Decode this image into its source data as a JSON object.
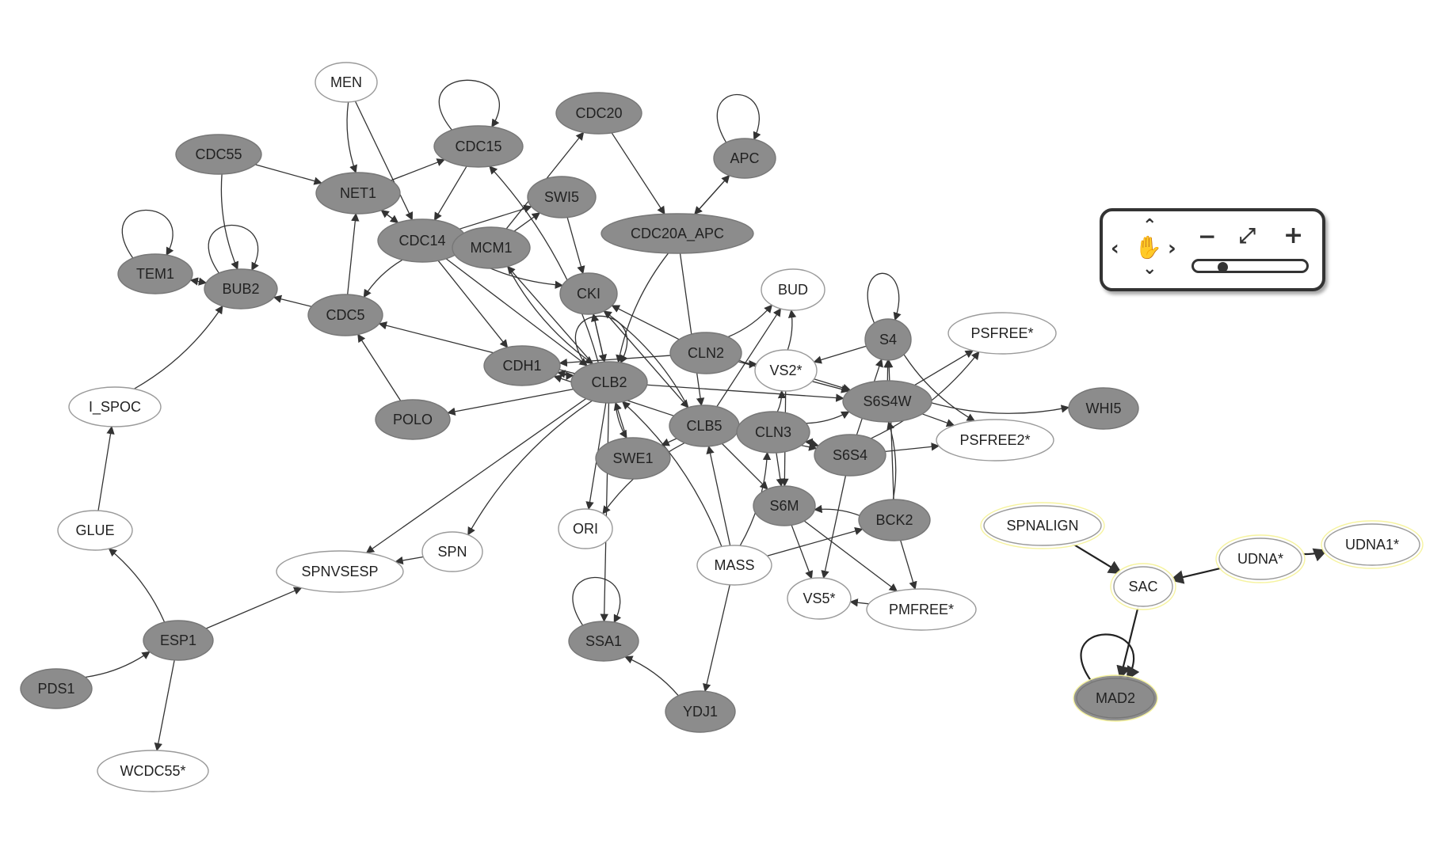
{
  "graph": {
    "nodes": [
      {
        "id": "MEN",
        "label": "MEN",
        "active": false
      },
      {
        "id": "CDC55",
        "label": "CDC55",
        "active": true
      },
      {
        "id": "NET1",
        "label": "NET1",
        "active": true
      },
      {
        "id": "CDC15",
        "label": "CDC15",
        "active": true
      },
      {
        "id": "CDC20",
        "label": "CDC20",
        "active": true
      },
      {
        "id": "APC",
        "label": "APC",
        "active": true
      },
      {
        "id": "SWI5",
        "label": "SWI5",
        "active": true
      },
      {
        "id": "CDC20A_APC",
        "label": "CDC20A_APC",
        "active": true
      },
      {
        "id": "CDC14",
        "label": "CDC14",
        "active": true
      },
      {
        "id": "MCM1",
        "label": "MCM1",
        "active": true
      },
      {
        "id": "TEM1",
        "label": "TEM1",
        "active": true
      },
      {
        "id": "BUB2",
        "label": "BUB2",
        "active": true
      },
      {
        "id": "CDC5",
        "label": "CDC5",
        "active": true
      },
      {
        "id": "CKI",
        "label": "CKI",
        "active": true
      },
      {
        "id": "BUD",
        "label": "BUD",
        "active": false
      },
      {
        "id": "S4",
        "label": "S4",
        "active": true
      },
      {
        "id": "PSFREE",
        "label": "PSFREE*",
        "active": false
      },
      {
        "id": "CLN2",
        "label": "CLN2",
        "active": true
      },
      {
        "id": "VS2",
        "label": "VS2*",
        "active": false
      },
      {
        "id": "CDH1",
        "label": "CDH1",
        "active": true
      },
      {
        "id": "CLB2",
        "label": "CLB2",
        "active": true
      },
      {
        "id": "S6S4W",
        "label": "S6S4W",
        "active": true
      },
      {
        "id": "WHI5",
        "label": "WHI5",
        "active": true
      },
      {
        "id": "I_SPOC",
        "label": "I_SPOC",
        "active": false
      },
      {
        "id": "POLO",
        "label": "POLO",
        "active": true
      },
      {
        "id": "CLB5",
        "label": "CLB5",
        "active": true
      },
      {
        "id": "CLN3",
        "label": "CLN3",
        "active": true
      },
      {
        "id": "PSFREE2",
        "label": "PSFREE2*",
        "active": false
      },
      {
        "id": "S6S4",
        "label": "S6S4",
        "active": true
      },
      {
        "id": "SWE1",
        "label": "SWE1",
        "active": true
      },
      {
        "id": "S6M",
        "label": "S6M",
        "active": true
      },
      {
        "id": "BCK2",
        "label": "BCK2",
        "active": true
      },
      {
        "id": "GLUE",
        "label": "GLUE",
        "active": false
      },
      {
        "id": "ORI",
        "label": "ORI",
        "active": false
      },
      {
        "id": "SPN",
        "label": "SPN",
        "active": false
      },
      {
        "id": "SPNVSESP",
        "label": "SPNVSESP",
        "active": false
      },
      {
        "id": "MASS",
        "label": "MASS",
        "active": false
      },
      {
        "id": "VS5",
        "label": "VS5*",
        "active": false
      },
      {
        "id": "PMFREE",
        "label": "PMFREE*",
        "active": false
      },
      {
        "id": "ESP1",
        "label": "ESP1",
        "active": true
      },
      {
        "id": "SSA1",
        "label": "SSA1",
        "active": true
      },
      {
        "id": "PDS1",
        "label": "PDS1",
        "active": true
      },
      {
        "id": "YDJ1",
        "label": "YDJ1",
        "active": true
      },
      {
        "id": "WCDC55",
        "label": "WCDC55*",
        "active": false
      },
      {
        "id": "SPNALIGN",
        "label": "SPNALIGN",
        "active": false,
        "highlight": true
      },
      {
        "id": "SAC",
        "label": "SAC",
        "active": false,
        "highlight": true
      },
      {
        "id": "UDNA",
        "label": "UDNA*",
        "active": false,
        "highlight": true
      },
      {
        "id": "UDNA1",
        "label": "UDNA1*",
        "active": false,
        "highlight": true
      },
      {
        "id": "MAD2",
        "label": "MAD2",
        "active": true,
        "highlight": true
      }
    ],
    "edges": [
      [
        "MEN",
        "NET1"
      ],
      [
        "MEN",
        "CDC14"
      ],
      [
        "CDC55",
        "NET1"
      ],
      [
        "CDC55",
        "BUB2"
      ],
      [
        "NET1",
        "CDC15"
      ],
      [
        "NET1",
        "CDC14"
      ],
      [
        "CDC15",
        "CDC15"
      ],
      [
        "CDC15",
        "CDC14"
      ],
      [
        "CDC14",
        "NET1"
      ],
      [
        "CDC14",
        "CDC5"
      ],
      [
        "CDC14",
        "CDH1"
      ],
      [
        "CDC14",
        "CLB2"
      ],
      [
        "CDC14",
        "CKI"
      ],
      [
        "CDC14",
        "SWI5"
      ],
      [
        "MCM1",
        "CDC20"
      ],
      [
        "MCM1",
        "CLB2"
      ],
      [
        "MCM1",
        "SWI5"
      ],
      [
        "CDC20",
        "CDC20A_APC"
      ],
      [
        "APC",
        "APC"
      ],
      [
        "APC",
        "CDC20A_APC"
      ],
      [
        "CDC20A_APC",
        "APC"
      ],
      [
        "CDC20A_APC",
        "CLB2"
      ],
      [
        "CDC20A_APC",
        "CLB5"
      ],
      [
        "SWI5",
        "CKI"
      ],
      [
        "TEM1",
        "TEM1"
      ],
      [
        "TEM1",
        "BUB2"
      ],
      [
        "BUB2",
        "TEM1"
      ],
      [
        "BUB2",
        "BUB2"
      ],
      [
        "CDC5",
        "BUB2"
      ],
      [
        "CDC5",
        "NET1"
      ],
      [
        "I_SPOC",
        "BUB2"
      ],
      [
        "POLO",
        "CDC5"
      ],
      [
        "CLB2",
        "CDC5"
      ],
      [
        "CLB2",
        "CDC15"
      ],
      [
        "CLB2",
        "MCM1"
      ],
      [
        "CLB2",
        "POLO"
      ],
      [
        "CLB2",
        "SWE1"
      ],
      [
        "CLB2",
        "SSA1"
      ],
      [
        "CLB2",
        "ORI"
      ],
      [
        "CLB2",
        "SPN"
      ],
      [
        "CLB2",
        "SPNVSESP"
      ],
      [
        "CLB2",
        "CDH1"
      ],
      [
        "CLB2",
        "CLB2"
      ],
      [
        "CLB2",
        "S6S4W"
      ],
      [
        "CLB2",
        "CKI"
      ],
      [
        "CDH1",
        "CLB2"
      ],
      [
        "CKI",
        "CLB2"
      ],
      [
        "CKI",
        "CLB5"
      ],
      [
        "CLN2",
        "BUD"
      ],
      [
        "CLN2",
        "CKI"
      ],
      [
        "CLN2",
        "CDH1"
      ],
      [
        "CLN2",
        "VS2"
      ],
      [
        "CLN2",
        "S6S4W"
      ],
      [
        "CLB5",
        "CDH1"
      ],
      [
        "CLB5",
        "CKI"
      ],
      [
        "CLB5",
        "BUD"
      ],
      [
        "CLB5",
        "S6M"
      ],
      [
        "CLB5",
        "ORI"
      ],
      [
        "CLB5",
        "SWE1"
      ],
      [
        "CLB5",
        "S6S4"
      ],
      [
        "CLN3",
        "S6S4W"
      ],
      [
        "CLN3",
        "S6S4"
      ],
      [
        "CLN3",
        "S6M"
      ],
      [
        "CLN3",
        "VS2"
      ],
      [
        "S4",
        "S4"
      ],
      [
        "S4",
        "VS2"
      ],
      [
        "S4",
        "PSFREE2"
      ],
      [
        "S6S4W",
        "S4"
      ],
      [
        "S6S4W",
        "PSFREE"
      ],
      [
        "S6S4W",
        "WHI5"
      ],
      [
        "S6S4W",
        "PSFREE2"
      ],
      [
        "VS2",
        "S6S4W"
      ],
      [
        "VS2",
        "BUD"
      ],
      [
        "VS2",
        "S6M"
      ],
      [
        "S6S4",
        "S4"
      ],
      [
        "S6S4",
        "PSFREE"
      ],
      [
        "S6S4",
        "VS5"
      ],
      [
        "S6S4",
        "PSFREE2"
      ],
      [
        "S6S4",
        "CLN3"
      ],
      [
        "S6M",
        "VS5"
      ],
      [
        "S6M",
        "PMFREE"
      ],
      [
        "BCK2",
        "S6M"
      ],
      [
        "BCK2",
        "S4"
      ],
      [
        "BCK2",
        "PMFREE"
      ],
      [
        "BCK2",
        "S6S4W"
      ],
      [
        "SWE1",
        "CLB2"
      ],
      [
        "MASS",
        "CLB5"
      ],
      [
        "MASS",
        "CLN3"
      ],
      [
        "MASS",
        "BCK2"
      ],
      [
        "MASS",
        "YDJ1"
      ],
      [
        "MASS",
        "CLB2"
      ],
      [
        "PMFREE",
        "VS5"
      ],
      [
        "SPN",
        "SPNVSESP"
      ],
      [
        "ESP1",
        "GLUE"
      ],
      [
        "ESP1",
        "SPNVSESP"
      ],
      [
        "ESP1",
        "WCDC55"
      ],
      [
        "PDS1",
        "ESP1"
      ],
      [
        "GLUE",
        "I_SPOC"
      ],
      [
        "SSA1",
        "SSA1"
      ],
      [
        "YDJ1",
        "SSA1"
      ],
      [
        "SPNALIGN",
        "SAC"
      ],
      [
        "UDNA",
        "SAC"
      ],
      [
        "UDNA",
        "UDNA1"
      ],
      [
        "SAC",
        "MAD2"
      ],
      [
        "MAD2",
        "MAD2"
      ]
    ]
  },
  "navigator": {
    "up_icon": "chevron-up-icon",
    "down_icon": "chevron-down-icon",
    "left_icon": "chevron-left-icon",
    "right_icon": "chevron-right-icon",
    "pan_icon": "hand-icon",
    "zoom_out_icon": "minus-icon",
    "fit_icon": "expand-icon",
    "zoom_in_icon": "plus-icon",
    "zoom_level": 0.22
  },
  "colors": {
    "active_node": "#8c8c8c",
    "inactive_node": "#ffffff",
    "highlight": "#f6f39a",
    "edge": "#333333"
  }
}
